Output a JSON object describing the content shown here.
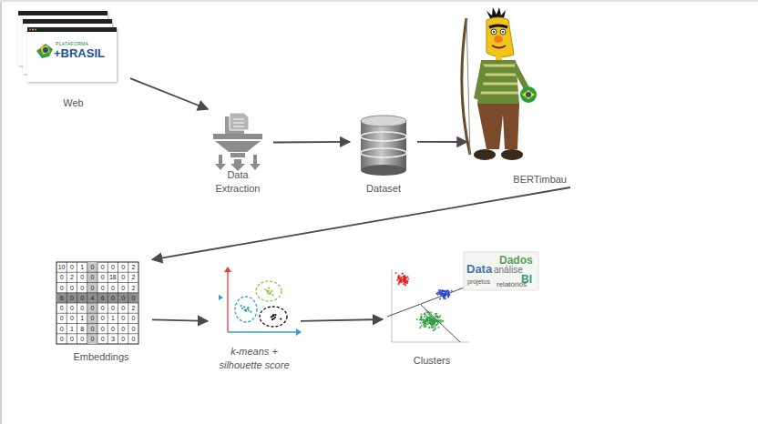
{
  "diagram": {
    "nodes": [
      {
        "text": [
          "Web"
        ]
      },
      {
        "text": [
          "Data Extraction"
        ]
      },
      {
        "text": [
          "Dataset"
        ]
      },
      {
        "text": [
          "BERTimbau"
        ]
      },
      {
        "text": [
          "Embeddings"
        ]
      },
      {
        "text": [
          "k-means + silhouette score"
        ]
      },
      {
        "text": [
          "Clusters"
        ]
      }
    ],
    "edges": [
      {
        "from": 0,
        "to": 1,
        "arrow": "to"
      },
      {
        "from": 1,
        "to": 2,
        "arrow": "to"
      },
      {
        "from": 2,
        "to": 3,
        "arrow": "to"
      },
      {
        "from": 3,
        "to": 4,
        "arrow": "to"
      },
      {
        "from": 4,
        "to": 5,
        "arrow": "to"
      },
      {
        "from": 5,
        "to": 6,
        "arrow": "to"
      }
    ],
    "labels": [
      "PLATAFORMA",
      "+BRASIL",
      "10",
      "0",
      "1",
      "0",
      "0",
      "0",
      "0",
      "2",
      "0",
      "2",
      "0",
      "0",
      "0",
      "18",
      "0",
      "2",
      "0",
      "0",
      "0",
      "0",
      "0",
      "0",
      "0",
      "2",
      "6",
      "0",
      "0",
      "4",
      "6",
      "0",
      "0",
      "0",
      "0",
      "0",
      "0",
      "0",
      "0",
      "0",
      "0",
      "2",
      "0",
      "0",
      "1",
      "0",
      "0",
      "1",
      "0",
      "0",
      "0",
      "1",
      "8",
      "0",
      "0",
      "0",
      "0",
      "0",
      "0",
      "0",
      "0",
      "0",
      "0",
      "3",
      "0",
      "0",
      "Dados",
      "Data",
      "análise",
      "BI",
      "relatórios",
      "projetos"
    ]
  }
}
